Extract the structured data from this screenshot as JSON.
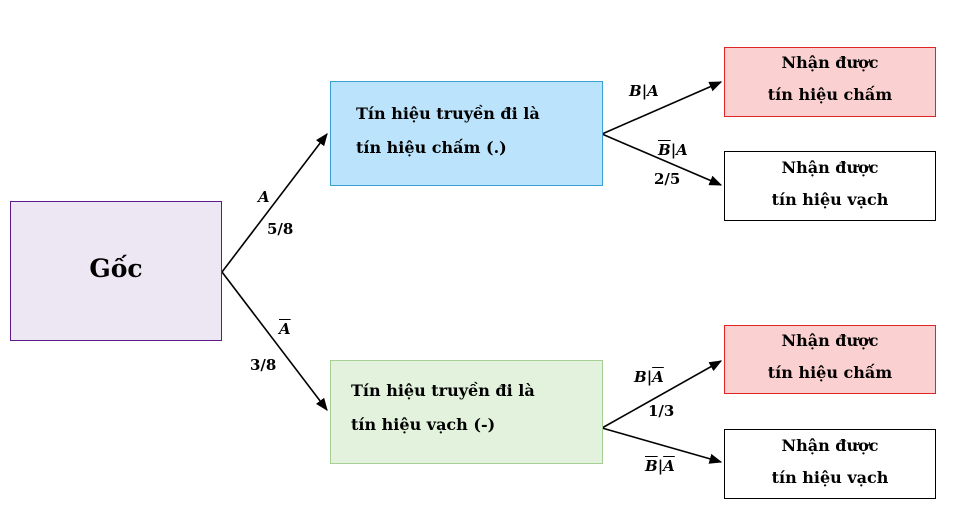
{
  "colors": {
    "root_fill": "#ede7f3",
    "root_border": "#5a1a8c",
    "dot_fill": "#bbe3fb",
    "dot_border": "#3aa0d4",
    "dash_fill": "#e2f2dd",
    "dash_border": "#a6cf95",
    "recv_dot_fill": "#fbd0d0",
    "recv_dot_border": "#e02424",
    "recv_dash_fill": "#ffffff",
    "recv_dash_border": "#000000"
  },
  "root": {
    "label": "Gốc"
  },
  "level1": {
    "dot": {
      "line1": "Tín hiệu truyền đi là",
      "line2": "tín hiệu chấm (.)"
    },
    "dash": {
      "line1": "Tín hiệu truyền đi là",
      "line2": "tín hiệu vạch (-)"
    }
  },
  "level2": {
    "top_dot": {
      "line1": "Nhận được",
      "line2": "tín hiệu chấm"
    },
    "top_dash": {
      "line1": "Nhận được",
      "line2": "tín hiệu vạch"
    },
    "bottom_dot": {
      "line1": "Nhận được",
      "line2": "tín hiệu chấm"
    },
    "bottom_dash": {
      "line1": "Nhận được",
      "line2": "tín hiệu vạch"
    }
  },
  "edge_labels": {
    "A": {
      "event": "A",
      "prob": "5/8"
    },
    "A_bar": {
      "event": "A",
      "prob": "3/8"
    },
    "B_given_A": {
      "event_main": "B",
      "event_cond": "|A"
    },
    "Bbar_given_A": {
      "event_main": "B",
      "event_cond": "|A",
      "prob": "2/5"
    },
    "B_given_Abar": {
      "event_main": "B",
      "event_sep": "|",
      "event_cond": "A",
      "prob": "1/3"
    },
    "Bbar_given_Abar": {
      "event_main": "B",
      "event_sep": "|",
      "event_cond": "A"
    }
  }
}
